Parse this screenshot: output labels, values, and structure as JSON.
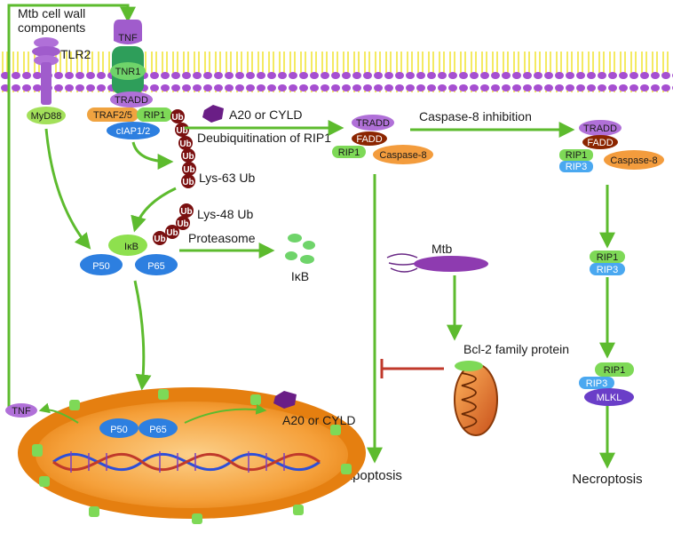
{
  "labels": {
    "mtb_cell_wall": [
      "Mtb cell wall",
      "components"
    ],
    "tlr2": "TLR2",
    "myd88": "MyD88",
    "tnf_top": "TNF",
    "tnr1": "TNR1",
    "tradd": "TRADD",
    "traf": "TRAF2/5",
    "rip1": "RIP1",
    "ciap": "cIAP1/2",
    "ub": "Ub",
    "a20_top": "A20 or CYLD",
    "deubiq": "Deubiquitination of RIP1",
    "lys63": "Lys-63 Ub",
    "lys48": "Lys-48 Ub",
    "ikb": "IκB",
    "p50": "P50",
    "p65": "P65",
    "proteasome": "Proteasome",
    "ikb_free": "IκB",
    "tradd2": "TRADD",
    "fadd": "FADD",
    "rip1_b": "RIP1",
    "caspase8": "Caspase-8",
    "casp8_inhib": "Caspase-8 inhibition",
    "tradd3": "TRADD",
    "fadd3": "FADD",
    "rip1_c": "RIP1",
    "rip3_c": "RIP3",
    "caspase8_c": "Caspase-8",
    "rip1_d": "RIP1",
    "rip3_d": "RIP3",
    "rip1_e": "RIP1",
    "rip3_e": "RIP3",
    "mlkl": "MLKL",
    "mtb": "Mtb",
    "bcl2": "Bcl-2 family protein",
    "tnf_nuc": "TNF",
    "p50_nuc": "P50",
    "p65_nuc": "P65",
    "a20_nuc": "A20 or CYLD",
    "apoptosis": "Apoptosis",
    "necroptosis": "Necroptosis"
  },
  "colors": {
    "arrow": "#5dbb2e",
    "inhibit": "#c0392b",
    "membrane_head": "#a64fd1",
    "membrane_tail": "#f2e53a",
    "purple": "#9b59b6",
    "green": "#7ed957",
    "blue": "#2d7fe0",
    "orange": "#f39c3d",
    "brown": "#8b2500",
    "ub": "#7a1010",
    "nucleus": "#f08a1c",
    "nucleus_in": "#fcb860"
  },
  "icons": {
    "a20": "purple-gem-icon",
    "ub_chain": "ubiquitin-chain-icon",
    "proteasome": "degraded-fragments-icon",
    "mtb": "bacterium-icon",
    "mitochondrion": "mitochondrion-icon",
    "dna": "dna-helix-icon"
  }
}
